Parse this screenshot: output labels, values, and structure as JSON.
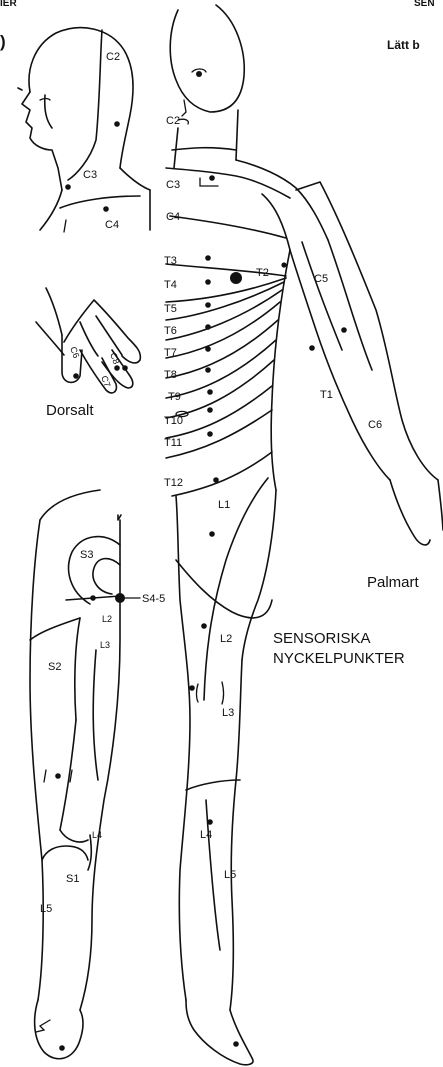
{
  "header": {
    "left": "IER",
    "right": "SEN",
    "paren": ")"
  },
  "legend": {
    "light_touch": "Lätt b"
  },
  "captions": {
    "dorsal": "Dorsalt",
    "palmar": "Palmart",
    "key_points_line1": "SENSORISKA",
    "key_points_line2": "NYCKELPUNKTER"
  },
  "dermatomes": {
    "head": [
      "C2",
      "C3",
      "C4"
    ],
    "neck": [
      "C2",
      "C3",
      "C4"
    ],
    "hand": [
      "C6",
      "C8",
      "C7"
    ],
    "trunk": [
      "T2",
      "T3",
      "T4",
      "T5",
      "T6",
      "T7",
      "T8",
      "T9",
      "T10",
      "T11",
      "T12"
    ],
    "arm": [
      "C5",
      "T1",
      "C6"
    ],
    "leg_front": [
      "L1",
      "L2",
      "L3",
      "L4",
      "L5"
    ],
    "leg_back": [
      "S3",
      "S4-5",
      "S2",
      "L2",
      "L3",
      "L4",
      "S1",
      "L5"
    ]
  }
}
